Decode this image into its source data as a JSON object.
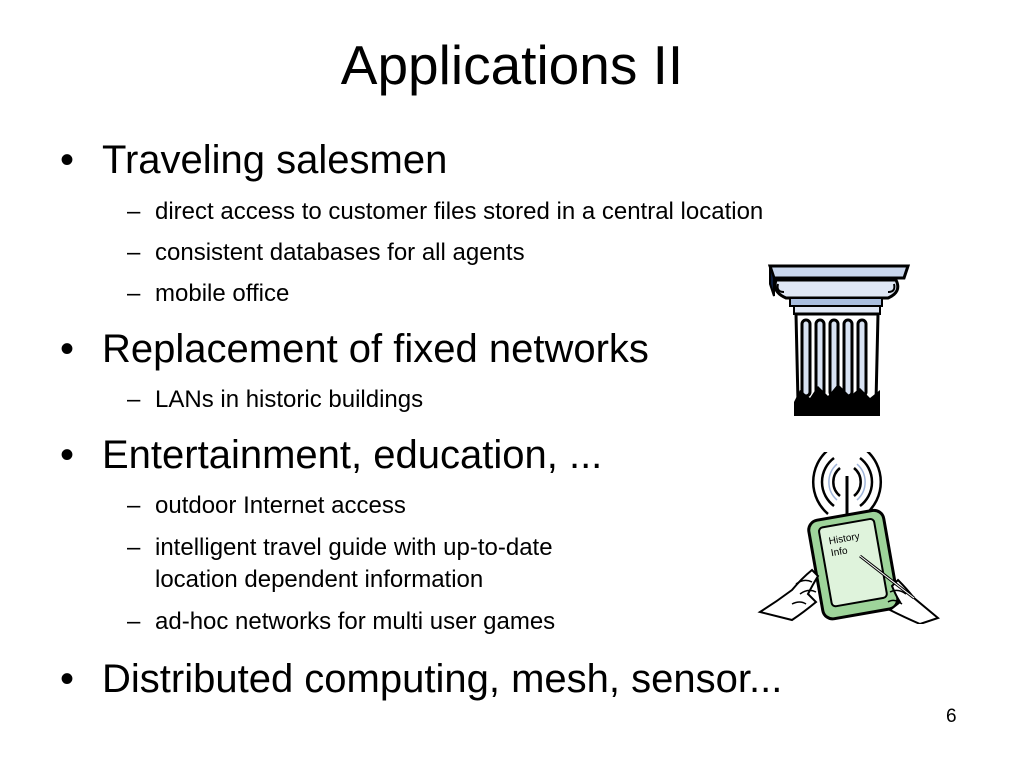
{
  "slide": {
    "title": "Applications II",
    "page_number": "6",
    "bullet_symbol": "•",
    "dash_symbol": "–",
    "sections": [
      {
        "heading": "Traveling salesmen",
        "items": [
          "direct access to customer files stored in a central location",
          "consistent databases for all agents",
          "mobile office"
        ]
      },
      {
        "heading": "Replacement of fixed networks",
        "items": [
          "LANs in historic buildings"
        ]
      },
      {
        "heading": "Entertainment, education, ...",
        "items": [
          "outdoor Internet access",
          "intelligent travel guide with up-to-date",
          "location dependent information",
          "ad-hoc networks for multi user games"
        ]
      },
      {
        "heading": "Distributed computing, mesh, sensor...",
        "items": []
      }
    ],
    "device_screen_text": [
      "History",
      "Info"
    ]
  }
}
